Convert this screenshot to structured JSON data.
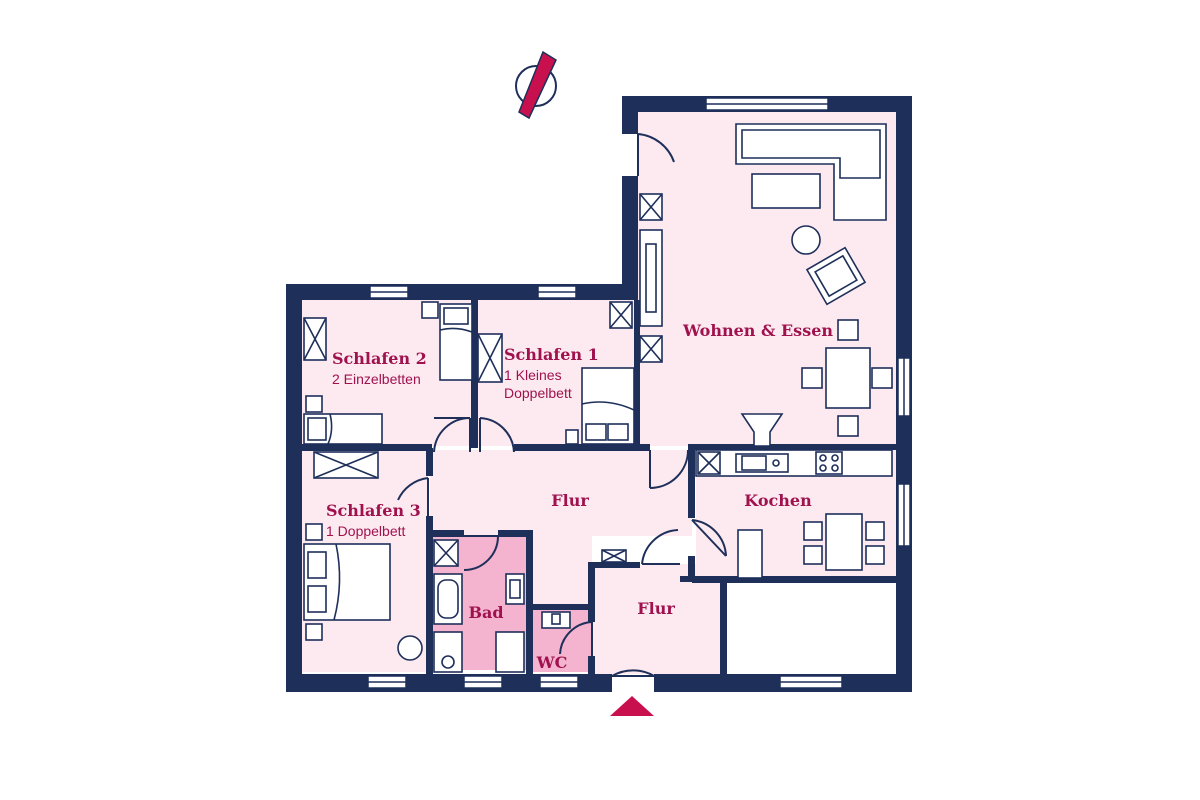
{
  "colors": {
    "wall": "#1e2f5a",
    "room_fill": "#fdeaf0",
    "wet_fill": "#f4b3cf",
    "accent": "#c8104f",
    "text": "#a0124e",
    "furniture_stroke": "#1e2f5a"
  },
  "icons": {
    "north_arrow": "compass-needle-icon",
    "entrance": "entrance-triangle-icon"
  },
  "rooms": {
    "living": {
      "label": "Wohnen & Essen"
    },
    "bedroom1": {
      "label": "Schlafen 1",
      "note_line1": "1 Kleines",
      "note_line2": "Doppelbett"
    },
    "bedroom2": {
      "label": "Schlafen 2",
      "note": "2 Einzelbetten"
    },
    "bedroom3": {
      "label": "Schlafen 3",
      "note": "1 Doppelbett"
    },
    "hall_main": {
      "label": "Flur"
    },
    "hall_entry": {
      "label": "Flur"
    },
    "kitchen": {
      "label": "Kochen"
    },
    "bath": {
      "label": "Bad"
    },
    "wc": {
      "label": "WC"
    }
  }
}
